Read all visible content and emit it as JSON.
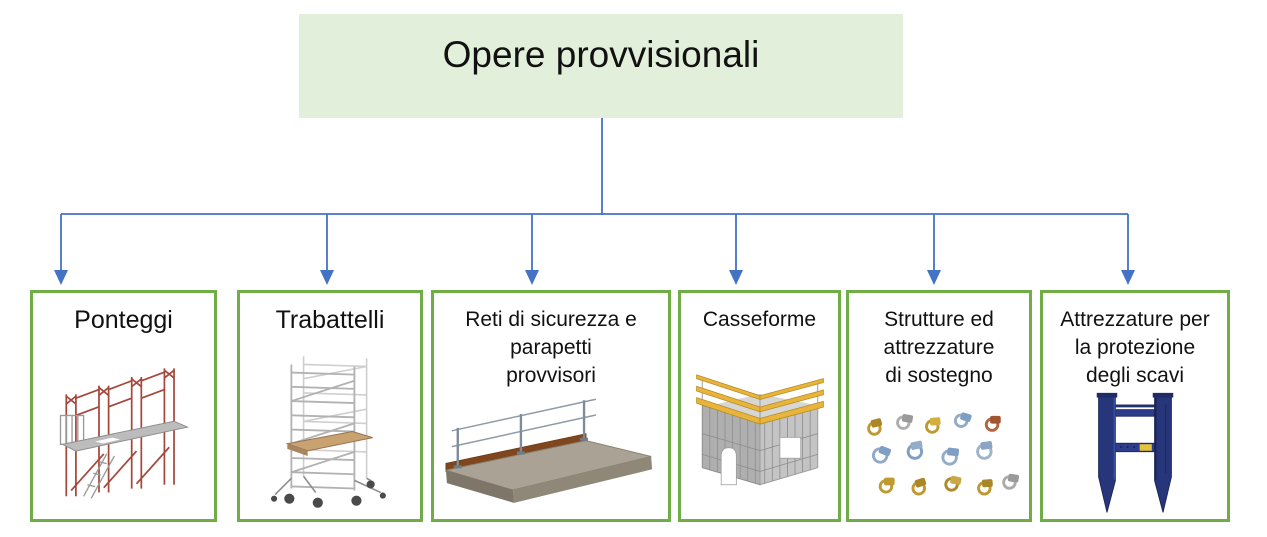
{
  "diagram": {
    "title": "Opere provvisionali",
    "nodes": [
      {
        "label": "Ponteggi",
        "label_lines": [
          "Ponteggi"
        ],
        "image": "red-facade-scaffolding-photo"
      },
      {
        "label": "Trabattelli",
        "label_lines": [
          "Trabattelli"
        ],
        "image": "aluminium-mobile-tower-photo"
      },
      {
        "label": "Reti di sicurezza e parapetti provvisori",
        "label_lines": [
          "Reti di sicurezza e",
          "parapetti",
          "provvisori"
        ],
        "image": "slab-edge-temporary-guardrail-photo"
      },
      {
        "label": "Casseforme",
        "label_lines": [
          "Casseforme"
        ],
        "image": "corner-formwork-photo"
      },
      {
        "label": "Strutture ed attrezzature di sostegno",
        "label_lines": [
          "Strutture ed",
          "attrezzature",
          "di sostegno"
        ],
        "image": "scaffold-couplers-clamps-photo"
      },
      {
        "label": "Attrezzature per la protezione degli scavi",
        "label_lines": [
          "Attrezzature per",
          "la protezione",
          "degli scavi"
        ],
        "image": "blue-trench-shoring-box-photo"
      }
    ]
  },
  "colors": {
    "connector_blue": "#4472C4",
    "box_border_green": "#70AD47",
    "title_fill": "#E2EFDA"
  }
}
